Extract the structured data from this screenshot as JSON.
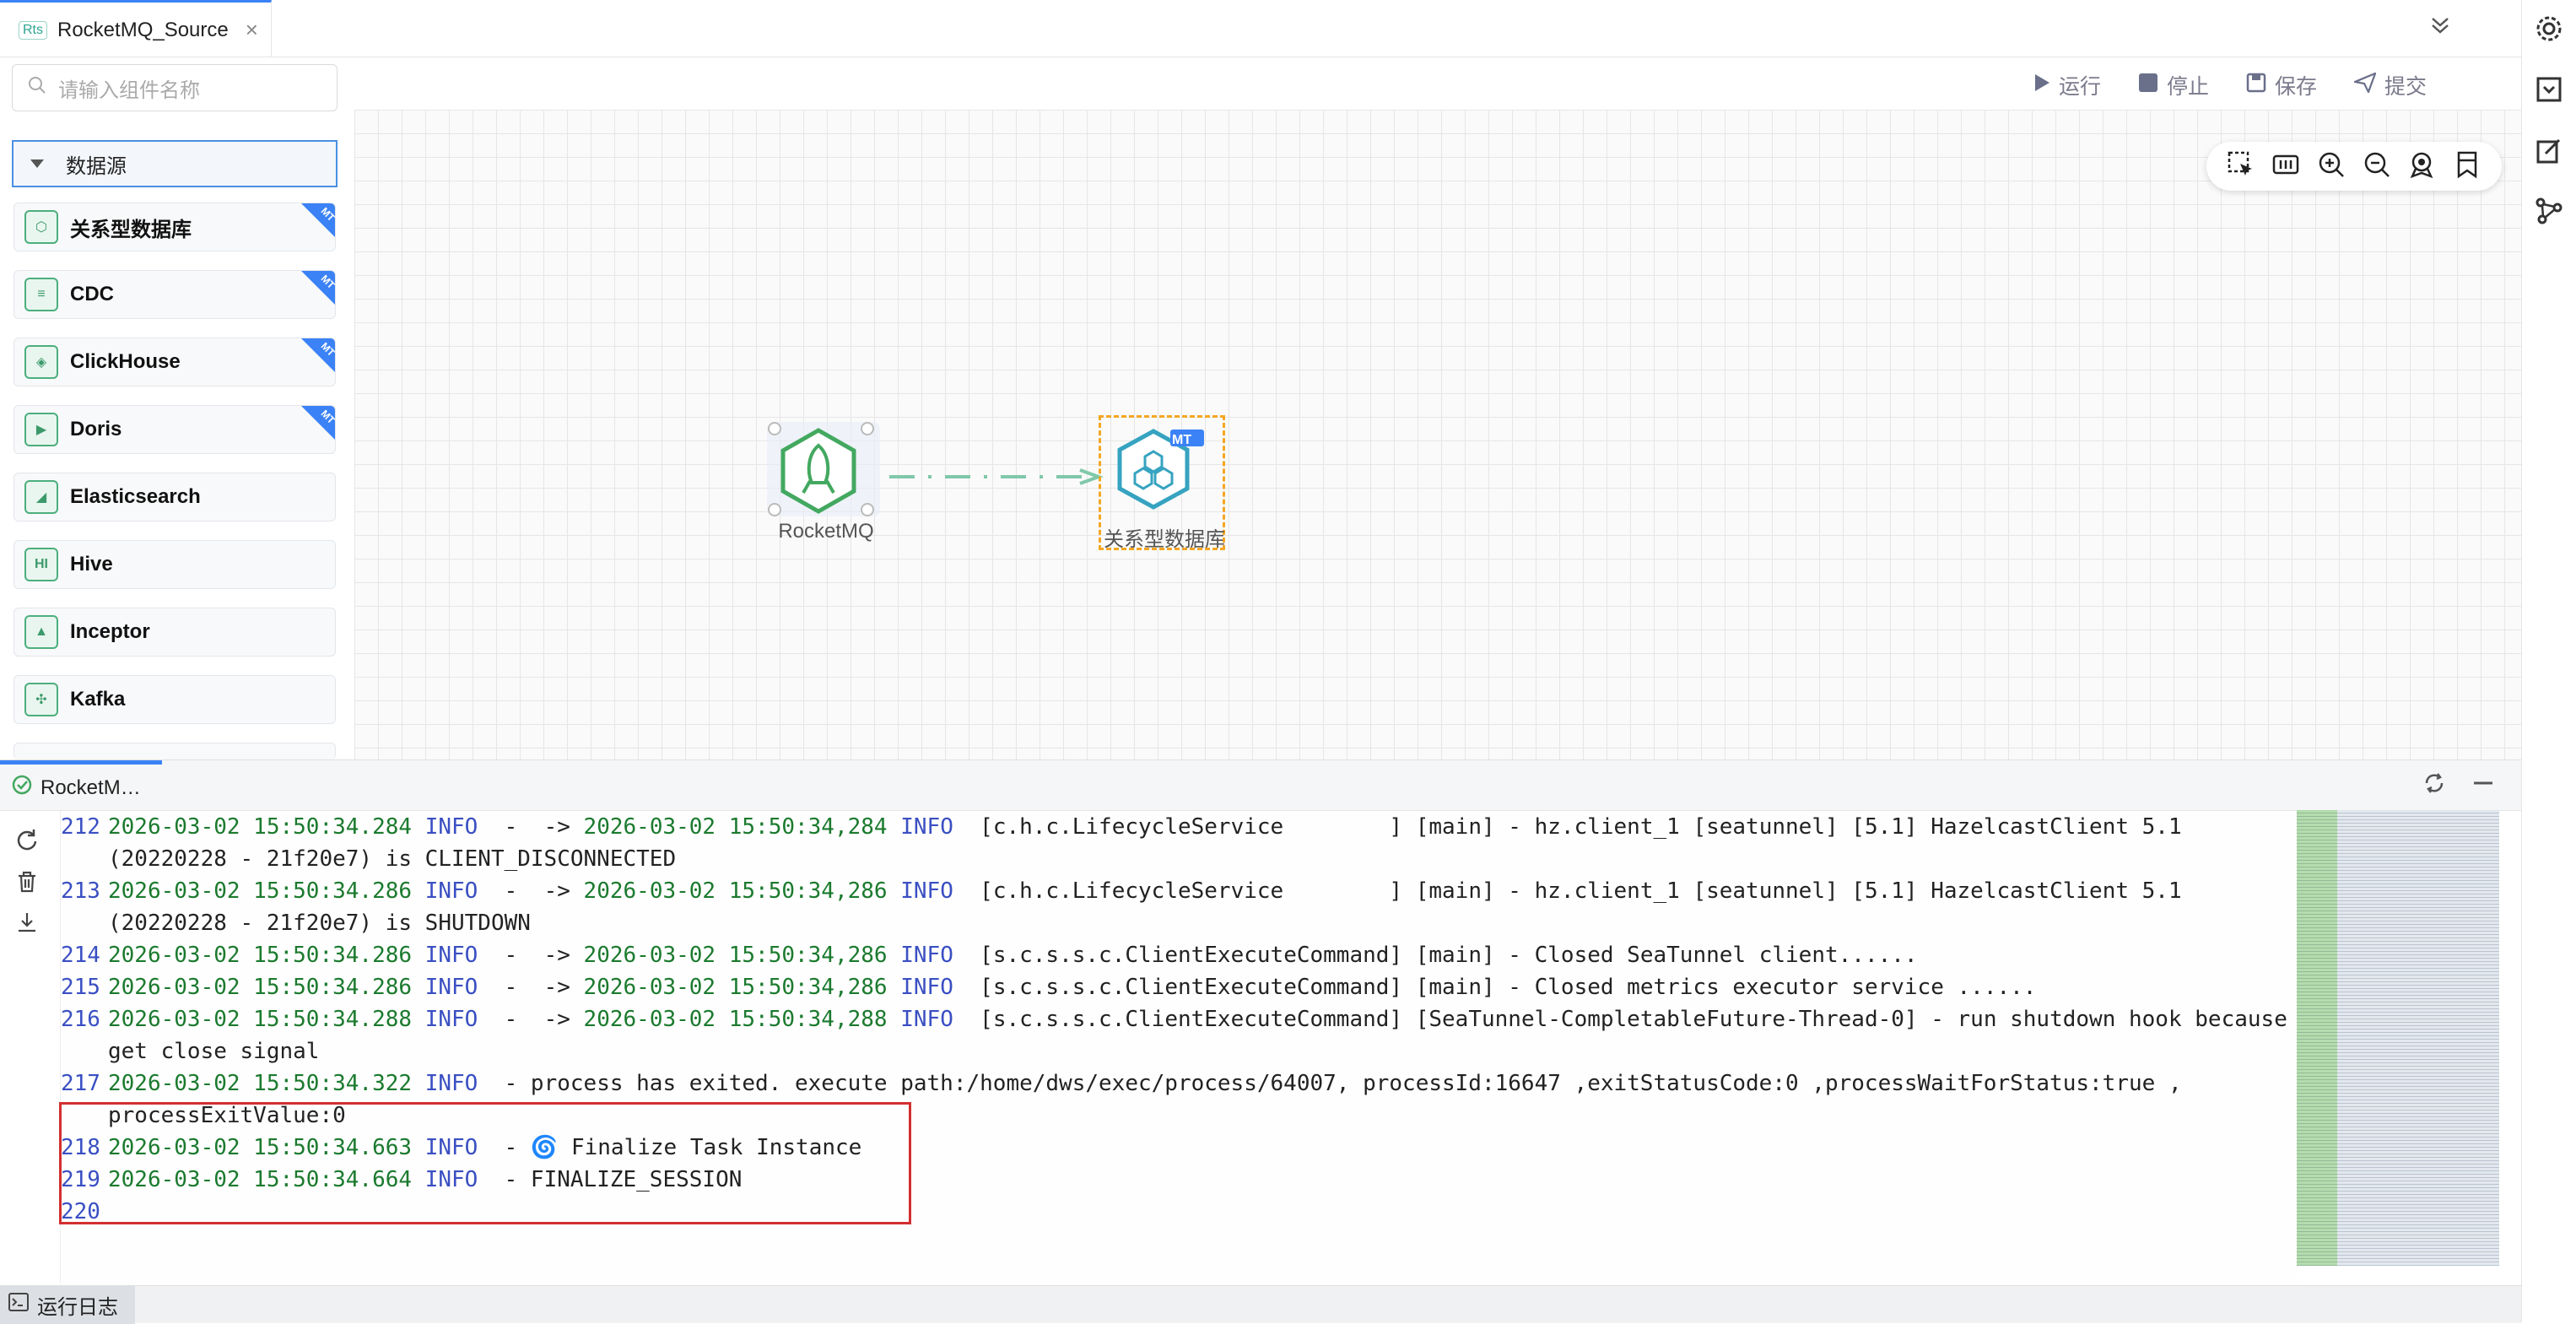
{
  "tab": {
    "badge": "Rts",
    "title": "RocketMQ_Source",
    "close": "×"
  },
  "search": {
    "placeholder": "请输入组件名称"
  },
  "group": {
    "label": "数据源"
  },
  "components": [
    {
      "label": "关系型数据库",
      "icon": "rdb-icon",
      "mt": true
    },
    {
      "label": "CDC",
      "icon": "cdc-icon",
      "mt": true
    },
    {
      "label": "ClickHouse",
      "icon": "clickhouse-icon",
      "mt": true
    },
    {
      "label": "Doris",
      "icon": "doris-icon",
      "mt": true
    },
    {
      "label": "Elasticsearch",
      "icon": "elasticsearch-icon",
      "mt": false
    },
    {
      "label": "Hive",
      "icon": "hive-icon",
      "mt": false
    },
    {
      "label": "Inceptor",
      "icon": "inceptor-icon",
      "mt": false
    },
    {
      "label": "Kafka",
      "icon": "kafka-icon",
      "mt": false
    }
  ],
  "mt_badge": "MT",
  "toolbar": {
    "run": "运行",
    "stop": "停止",
    "save": "保存",
    "submit": "提交"
  },
  "nodes": {
    "source": "RocketMQ",
    "sink": "关系型数据库",
    "sink_badge": "MT"
  },
  "log": {
    "tab_label": "RocketM…",
    "bottom_tab": "运行日志",
    "lines": [
      {
        "num": "212",
        "text": "2026-03-02 15:50:34.284 INFO  -  -> 2026-03-02 15:50:34,284 INFO  [c.h.c.LifecycleService        ] [main] - hz.client_1 [seatunnel] [5.1] HazelcastClient 5.1"
      },
      {
        "num": "",
        "text": "(20220228 - 21f20e7) is CLIENT_DISCONNECTED"
      },
      {
        "num": "213",
        "text": "2026-03-02 15:50:34.286 INFO  -  -> 2026-03-02 15:50:34,286 INFO  [c.h.c.LifecycleService        ] [main] - hz.client_1 [seatunnel] [5.1] HazelcastClient 5.1"
      },
      {
        "num": "",
        "text": "(20220228 - 21f20e7) is SHUTDOWN"
      },
      {
        "num": "214",
        "text": "2026-03-02 15:50:34.286 INFO  -  -> 2026-03-02 15:50:34,286 INFO  [s.c.s.s.c.ClientExecuteCommand] [main] - Closed SeaTunnel client......"
      },
      {
        "num": "215",
        "text": "2026-03-02 15:50:34.286 INFO  -  -> 2026-03-02 15:50:34,286 INFO  [s.c.s.s.c.ClientExecuteCommand] [main] - Closed metrics executor service ......"
      },
      {
        "num": "216",
        "text": "2026-03-02 15:50:34.288 INFO  -  -> 2026-03-02 15:50:34,288 INFO  [s.c.s.s.c.ClientExecuteCommand] [SeaTunnel-CompletableFuture-Thread-0] - run shutdown hook because"
      },
      {
        "num": "",
        "text": "get close signal"
      },
      {
        "num": "217",
        "text": "2026-03-02 15:50:34.322 INFO  - process has exited. execute path:/home/dws/exec/process/64007, processId:16647 ,exitStatusCode:0 ,processWaitForStatus:true ,"
      },
      {
        "num": "",
        "text": "processExitValue:0"
      },
      {
        "num": "218",
        "text": "2026-03-02 15:50:34.663 INFO  - 🌀 Finalize Task Instance"
      },
      {
        "num": "219",
        "text": "2026-03-02 15:50:34.664 INFO  - FINALIZE_SESSION"
      },
      {
        "num": "220",
        "text": ""
      }
    ]
  }
}
